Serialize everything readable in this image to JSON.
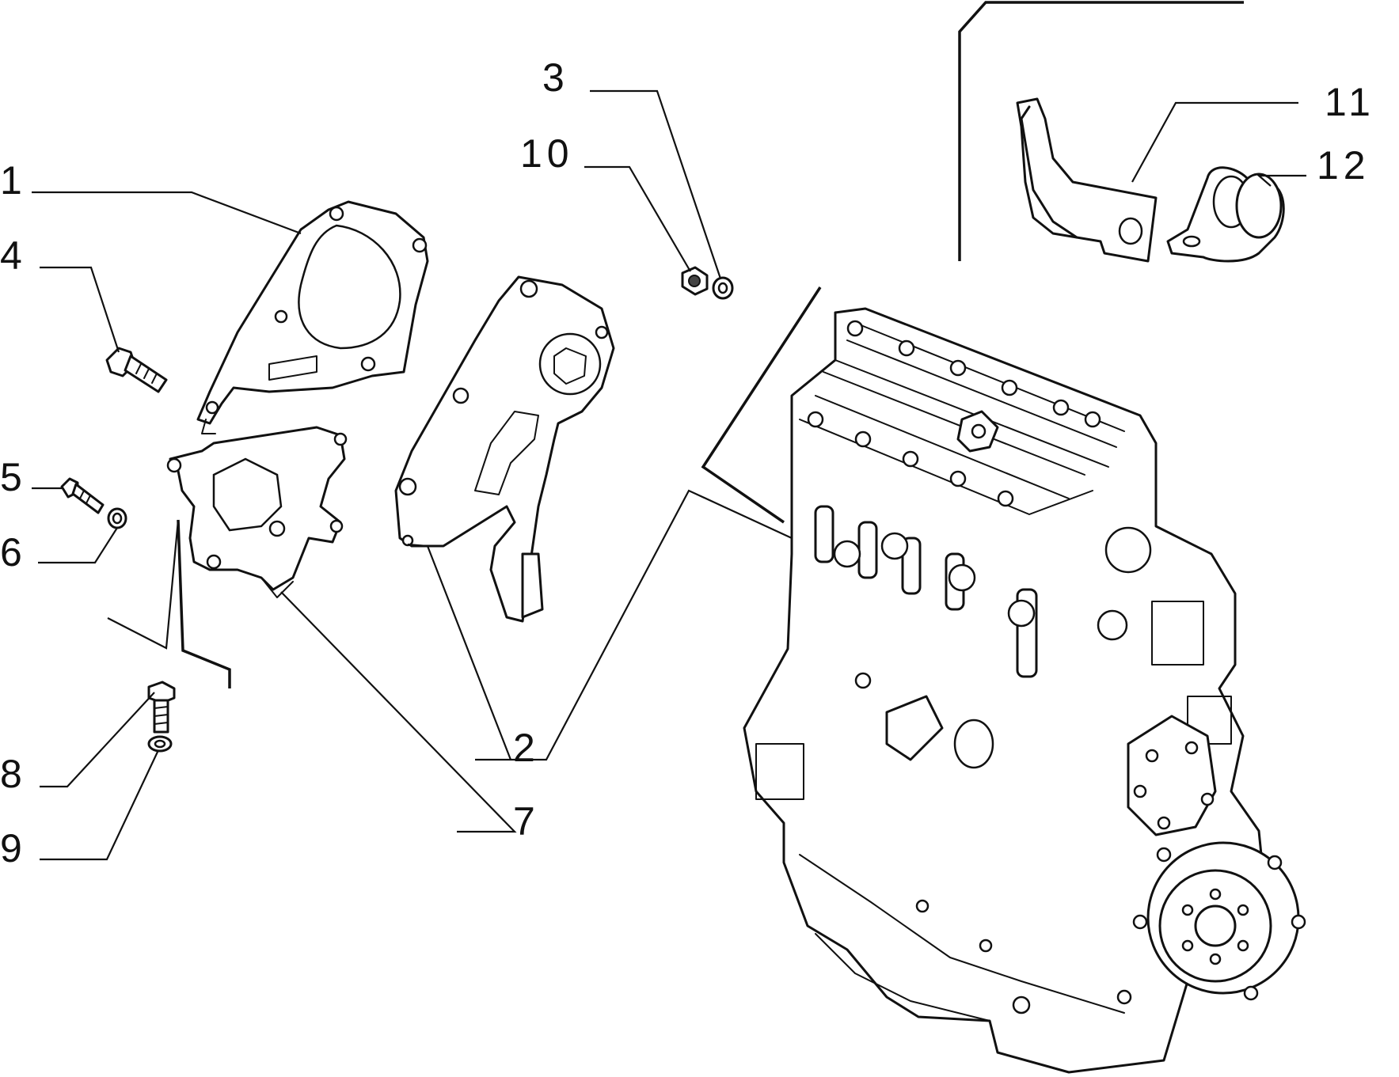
{
  "diagram": {
    "callouts": [
      {
        "id": "1",
        "text": "1"
      },
      {
        "id": "2",
        "text": "2"
      },
      {
        "id": "3",
        "text": "3"
      },
      {
        "id": "4",
        "text": "4"
      },
      {
        "id": "5",
        "text": "5"
      },
      {
        "id": "6",
        "text": "6"
      },
      {
        "id": "7",
        "text": "7"
      },
      {
        "id": "8",
        "text": "8"
      },
      {
        "id": "9",
        "text": "9"
      },
      {
        "id": "10",
        "text": "10"
      },
      {
        "id": "11",
        "text": "11"
      },
      {
        "id": "12",
        "text": "12"
      }
    ],
    "parts": [
      {
        "id": "upper-timing-cover",
        "icon": "upper-timing-belt-cover-icon"
      },
      {
        "id": "front-timing-cover",
        "icon": "front-timing-belt-cover-icon"
      },
      {
        "id": "support-bracket",
        "icon": "timing-cover-support-bracket-icon"
      },
      {
        "id": "flange-bolt",
        "icon": "flange-bolt-icon"
      },
      {
        "id": "small-screw",
        "icon": "small-screw-icon"
      },
      {
        "id": "washer",
        "icon": "washer-icon"
      },
      {
        "id": "hex-bolt",
        "icon": "hex-bolt-icon"
      },
      {
        "id": "lock-washer",
        "icon": "lock-washer-icon"
      },
      {
        "id": "nut",
        "icon": "nut-icon"
      },
      {
        "id": "nut-washer",
        "icon": "nut-washer-icon"
      },
      {
        "id": "pipe-bracket",
        "icon": "pipe-bracket-icon"
      },
      {
        "id": "pipe-clamp",
        "icon": "pipe-clamp-icon"
      },
      {
        "id": "engine-block",
        "icon": "engine-block-icon"
      }
    ],
    "colors": {
      "ink": "#111111",
      "background": "#ffffff"
    }
  }
}
